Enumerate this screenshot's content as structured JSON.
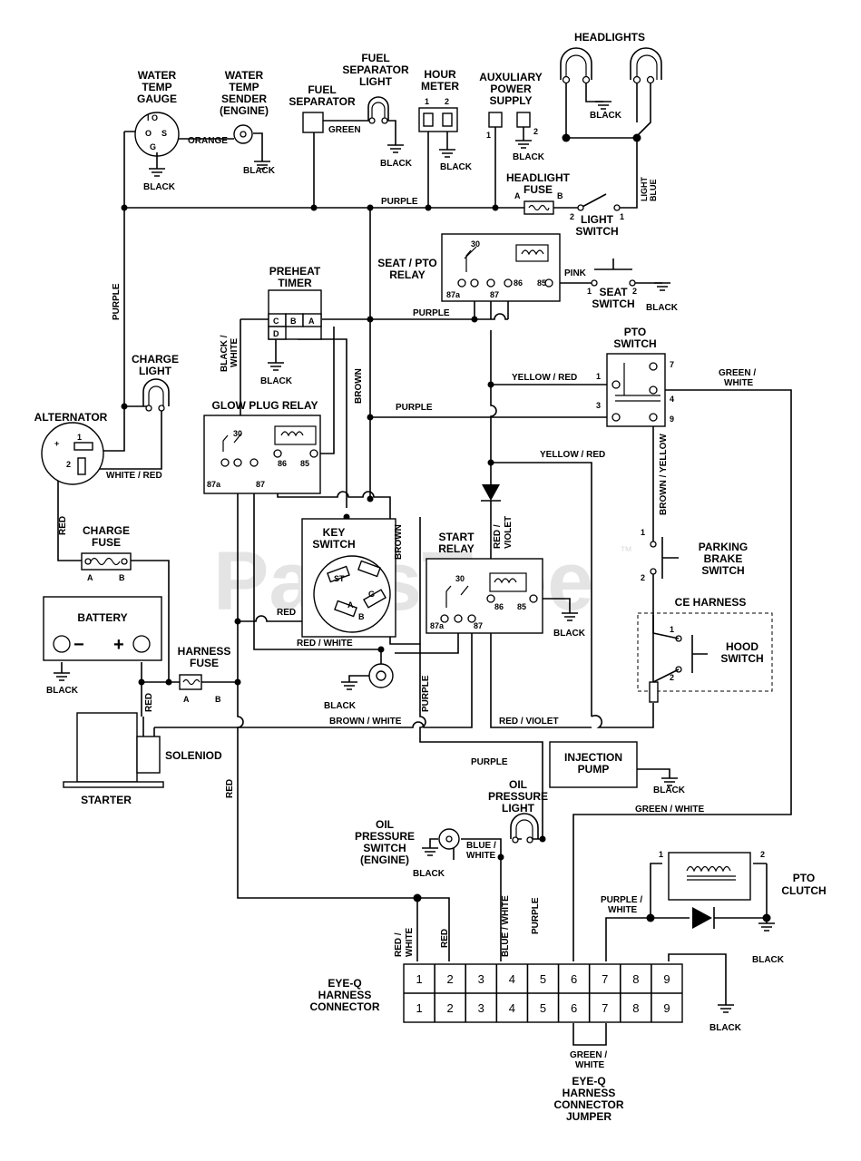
{
  "watermark": "PartsTree",
  "watermark_tm": "™",
  "components": {
    "water_temp_gauge": [
      "WATER",
      "TEMP",
      "GAUGE"
    ],
    "water_temp_sender": [
      "WATER",
      "TEMP",
      "SENDER",
      "(ENGINE)"
    ],
    "fuel_separator": [
      "FUEL",
      "SEPARATOR"
    ],
    "fuel_separator_light": [
      "FUEL",
      "SEPARATOR",
      "LIGHT"
    ],
    "hour_meter": [
      "HOUR",
      "METER"
    ],
    "auxiliary_power_supply": [
      "AUXULIARY",
      "POWER",
      "SUPPLY"
    ],
    "headlights": "HEADLIGHTS",
    "headlight_fuse": [
      "HEADLIGHT",
      "FUSE"
    ],
    "light_switch": [
      "LIGHT",
      "SWITCH"
    ],
    "seat_pto_relay": [
      "SEAT / PTO",
      "RELAY"
    ],
    "seat_switch": [
      "SEAT",
      "SWITCH"
    ],
    "preheat_timer": [
      "PREHEAT",
      "TIMER"
    ],
    "charge_light": [
      "CHARGE",
      "LIGHT"
    ],
    "alternator": "ALTERNATOR",
    "glow_plug_relay": "GLOW PLUG RELAY",
    "pto_switch": [
      "PTO",
      "SWITCH"
    ],
    "key_switch": [
      "KEY",
      "SWITCH"
    ],
    "start_relay": [
      "START",
      "RELAY"
    ],
    "charge_fuse": [
      "CHARGE",
      "FUSE"
    ],
    "battery": "BATTERY",
    "harness_fuse": [
      "HARNESS",
      "FUSE"
    ],
    "parking_brake_switch": [
      "PARKING",
      "BRAKE",
      "SWITCH"
    ],
    "ce_harness": "CE HARNESS",
    "hood_switch": [
      "HOOD",
      "SWITCH"
    ],
    "solenoid": "SOLENIOD",
    "starter": "STARTER",
    "injection_pump": [
      "INJECTION",
      "PUMP"
    ],
    "oil_pressure_light": [
      "OIL",
      "PRESSURE",
      "LIGHT"
    ],
    "oil_pressure_switch": [
      "OIL",
      "PRESSURE",
      "SWITCH",
      "(ENGINE)"
    ],
    "pto_clutch": [
      "PTO",
      "CLUTCH"
    ],
    "eye_q_connector": [
      "EYE-Q",
      "HARNESS",
      "CONNECTOR"
    ],
    "eye_q_jumper": [
      "EYE-Q",
      "HARNESS",
      "CONNECTOR",
      "JUMPER"
    ]
  },
  "wire_labels": {
    "black": "BLACK",
    "orange": "ORANGE",
    "green": "GREEN",
    "purple": "PURPLE",
    "light_blue": [
      "LIGHT",
      "BLUE"
    ],
    "pink": "PINK",
    "black_white": [
      "BLACK /",
      "WHITE"
    ],
    "brown": "BROWN",
    "yellow_red": "YELLOW / RED",
    "green_white": [
      "GREEN /",
      "WHITE"
    ],
    "green_white_single": "GREEN / WHITE",
    "white_red": "WHITE / RED",
    "red": "RED",
    "brown_yellow": "BROWN / YELLOW",
    "red_violet_vertical": [
      "RED /",
      "VIOLET"
    ],
    "red_white": "RED / WHITE",
    "red_white_vertical": [
      "RED /",
      "WHITE"
    ],
    "brown_white": "BROWN / WHITE",
    "red_violet": "RED / VIOLET",
    "blue_white": [
      "BLUE /",
      "WHITE"
    ],
    "blue_white_vertical": "BLUE / WHITE",
    "purple_white": [
      "PURPLE /",
      "WHITE"
    ]
  },
  "terminals": {
    "gauge": [
      "I",
      "O",
      "S",
      "G"
    ],
    "hour_meter": [
      "1",
      "2"
    ],
    "aux": [
      "1",
      "2"
    ],
    "fuse": [
      "A",
      "B"
    ],
    "light_switch": [
      "2",
      "1"
    ],
    "relay": [
      "30",
      "87a",
      "87",
      "86",
      "85"
    ],
    "seat_switch": [
      "1",
      "2"
    ],
    "timer": [
      "C",
      "B",
      "A",
      "D"
    ],
    "alternator": [
      "+",
      "1",
      "2"
    ],
    "pto_switch": [
      "1",
      "3",
      "7",
      "4",
      "9"
    ],
    "key_switch": [
      "ST",
      "G",
      "B",
      "A"
    ],
    "battery": [
      "−",
      "+"
    ],
    "parking": [
      "1",
      "2"
    ],
    "hood": [
      "1",
      "2"
    ],
    "clutch": [
      "1",
      "2"
    ],
    "connector_pins": [
      "1",
      "2",
      "3",
      "4",
      "5",
      "6",
      "7",
      "8",
      "9"
    ]
  }
}
